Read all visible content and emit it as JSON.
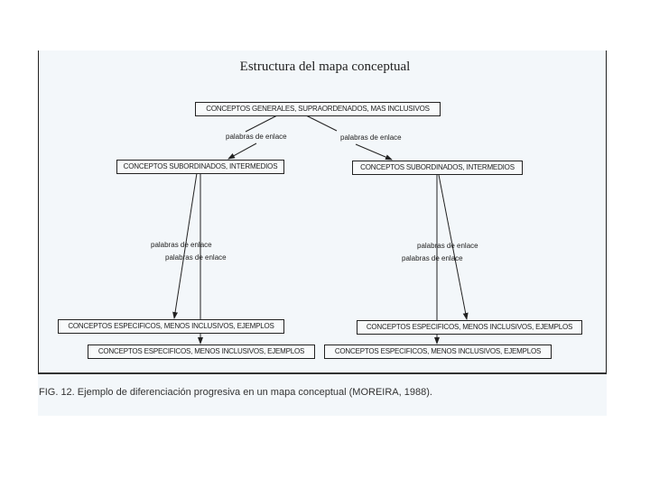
{
  "title": "Estructura del mapa conceptual",
  "nodes": {
    "top": "CONCEPTOS GENERALES, SUPRAORDENADOS, MAS INCLUSIVOS",
    "sub_left": "CONCEPTOS SUBORDINADOS, INTERMEDIOS",
    "sub_right": "CONCEPTOS SUBORDINADOS, INTERMEDIOS",
    "spec_left_1": "CONCEPTOS ESPECIFICOS, MENOS INCLUSIVOS, EJEMPLOS",
    "spec_left_2": "CONCEPTOS ESPECIFICOS, MENOS INCLUSIVOS, EJEMPLOS",
    "spec_right_1": "CONCEPTOS ESPECIFICOS, MENOS INCLUSIVOS, EJEMPLOS",
    "spec_right_2": "CONCEPTOS ESPECIFICOS, MENOS INCLUSIVOS, EJEMPLOS"
  },
  "links": {
    "l1": "palabras de enlace",
    "l2": "palabras de enlace",
    "l3": "palabras de enlace",
    "l4": "palabras de enlace",
    "l5": "palabras de enlace",
    "l6": "palabras de enlace"
  },
  "caption": "FIG. 12. Ejemplo de diferenciación progresiva en un mapa conceptual (MOREIRA, 1988)."
}
